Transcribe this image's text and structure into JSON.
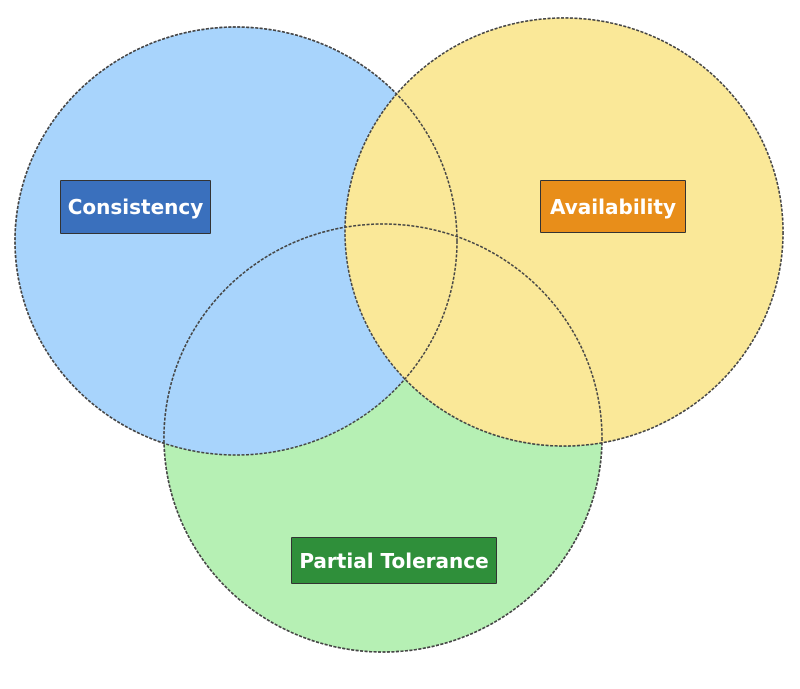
{
  "diagram": {
    "type": "venn",
    "sets": [
      {
        "label": "Consistency",
        "fill_color": "#a8d4fc",
        "label_color": "#3a70bd"
      },
      {
        "label": "Availability",
        "fill_color": "#fae898",
        "label_color": "#e88e1a"
      },
      {
        "label": "Partial Tolerance",
        "fill_color": "#b6f0b4",
        "label_color": "#2f8f3a"
      }
    ],
    "outline_color": "#444444"
  }
}
